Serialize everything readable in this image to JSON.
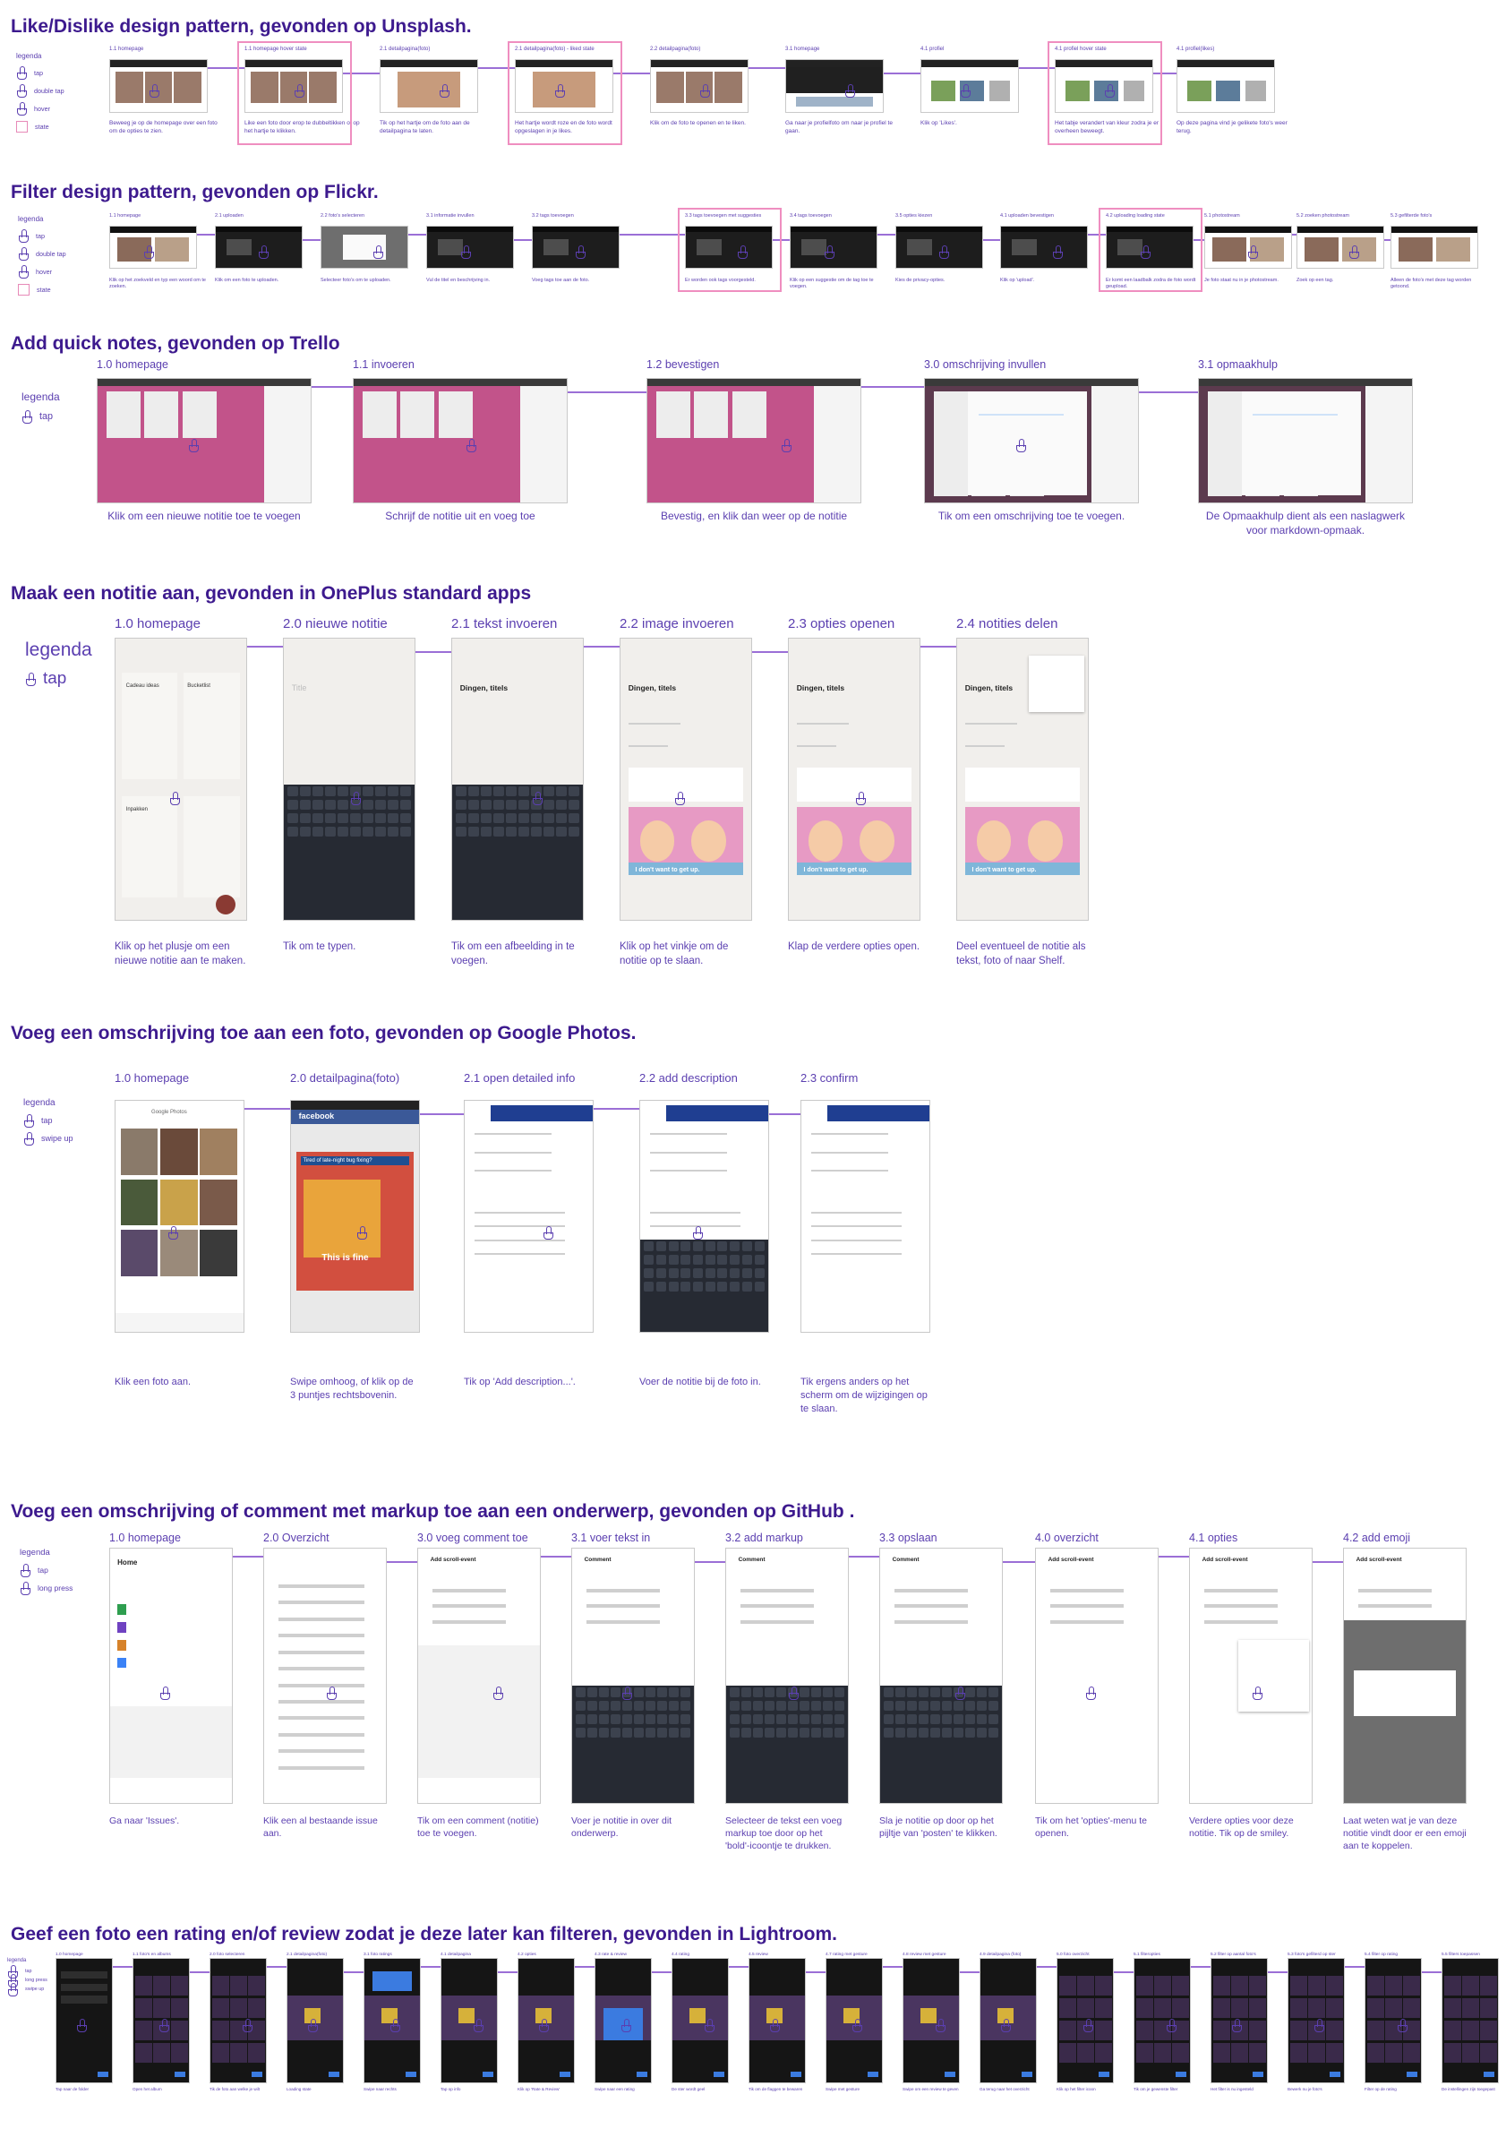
{
  "sections": [
    {
      "title": "Like/Dislike design pattern, gevonden op Unsplash.",
      "legend": {
        "title": "legenda",
        "items": [
          "tap",
          "double tap",
          "hover",
          "state"
        ]
      },
      "steps": [
        {
          "label": "1.1 homepage",
          "caption": "Beweeg je op de homepage over een foto om de opties te zien."
        },
        {
          "label": "1.1 homepage hover state",
          "caption": "Like een foto door erop te dubbeltikken of op het hartje te klikken."
        },
        {
          "label": "2.1 detailpagina(foto)",
          "caption": "Tik op het hartje om de foto aan de detailpagina te laten."
        },
        {
          "label": "2.1 detailpagina(foto) - liked state",
          "caption": "Het hartje wordt roze en de foto wordt opgeslagen in je likes."
        },
        {
          "label": "2.2 detailpagina(foto)",
          "caption": "Klik om de foto te openen en te liken."
        },
        {
          "label": "3.1 homepage",
          "caption": "Ga naar je profielfoto om naar je profiel te gaan."
        },
        {
          "label": "4.1 profiel",
          "caption": "Klik op 'Likes'."
        },
        {
          "label": "4.1 profiel hover state",
          "caption": "Het tabje verandert van kleur zodra je er overheen beweegt."
        },
        {
          "label": "4.1 profiel(likes)",
          "caption": "Op deze pagina vind je gelikete foto's weer terug."
        }
      ]
    },
    {
      "title": "Filter design pattern, gevonden op Flickr.",
      "legend": {
        "title": "legenda",
        "items": [
          "tap",
          "double tap",
          "hover",
          "state"
        ]
      },
      "steps": [
        {
          "label": "1.1 homepage",
          "caption": "Klik op het zoekveld en typ een woord om te zoeken."
        },
        {
          "label": "2.1 uploaden",
          "caption": "Klik om een foto te uploaden."
        },
        {
          "label": "2.2 foto's selecteren",
          "caption": "Selecteer foto's om te uploaden."
        },
        {
          "label": "3.1 informatie invullen",
          "caption": "Vul de titel en beschrijving in."
        },
        {
          "label": "3.2 tags toevoegen",
          "caption": "Voeg tags toe aan de foto."
        },
        {
          "label": "3.3 tags toevoegen met suggesties",
          "caption": "Er worden ook tags voorgesteld."
        },
        {
          "label": "3.4 tags toevoegen",
          "caption": "Klik op een suggestie om de tag toe te voegen."
        },
        {
          "label": "3.5 opties kiezen",
          "caption": "Kies de privacy-opties."
        },
        {
          "label": "4.1 uploaden bevestigen",
          "caption": "Klik op 'upload'."
        },
        {
          "label": "4.2 uploading loading state",
          "caption": "Er komt een laadbalk zodra de foto wordt geupload."
        },
        {
          "label": "5.1 photostream",
          "caption": "Je foto staat nu in je photostream."
        },
        {
          "label": "5.2 zoeken photostream",
          "caption": "Zoek op een tag."
        },
        {
          "label": "5.3 gefilterde foto's",
          "caption": "Alleen de foto's met deze tag worden getoond."
        }
      ]
    },
    {
      "title": "Add quick notes, gevonden op Trello",
      "legend": {
        "title": "legenda",
        "items": [
          "tap"
        ]
      },
      "steps": [
        {
          "label": "1.0 homepage",
          "caption": "Klik om een nieuwe notitie toe te voegen"
        },
        {
          "label": "1.1 invoeren",
          "caption": "Schrijf de notitie uit en voeg toe"
        },
        {
          "label": "1.2 bevestigen",
          "caption": "Bevestig, en klik dan weer op de notitie"
        },
        {
          "label": "3.0 omschrijving invullen",
          "caption": "Tik om een omschrijving toe te voegen."
        },
        {
          "label": "3.1 opmaakhulp",
          "caption": "De Opmaakhulp dient als een naslagwerk voor markdown-opmaak."
        }
      ]
    },
    {
      "title": "Maak een notitie aan, gevonden in OnePlus standard apps",
      "legend": {
        "title": "legenda",
        "items": [
          "tap"
        ]
      },
      "steps": [
        {
          "label": "1.0 homepage",
          "caption": "Klik op het plusje om een nieuwe notitie aan te maken."
        },
        {
          "label": "2.0 nieuwe notitie",
          "caption": "Tik om te typen."
        },
        {
          "label": "2.1 tekst invoeren",
          "caption": "Tik om een afbeelding in te voegen."
        },
        {
          "label": "2.2 image invoeren",
          "caption": "Klik op het vinkje om de notitie op te slaan."
        },
        {
          "label": "2.3 opties openen",
          "caption": "Klap de verdere opties open."
        },
        {
          "label": "2.4 notities delen",
          "caption": "Deel eventueel de notitie als tekst, foto of naar Shelf."
        }
      ],
      "screen_text": {
        "note_title": "Dingen, titels",
        "title_placeholder": "Title",
        "meme_caption": "I don't want to get up.",
        "card_1": "Cadeau ideas",
        "card_2": "Bucketlist",
        "card_3": "Inpakken"
      }
    },
    {
      "title": "Voeg een omschrijving toe aan een foto, gevonden op Google Photos.",
      "legend": {
        "title": "legenda",
        "items": [
          "tap",
          "swipe up"
        ]
      },
      "steps": [
        {
          "label": "1.0 homepage",
          "caption": "Klik een foto aan."
        },
        {
          "label": "2.0 detailpagina(foto)",
          "caption": "Swipe omhoog, of klik op de 3 puntjes rechtsbovenin."
        },
        {
          "label": "2.1 open detailed info",
          "caption": "Tik op 'Add description...'."
        },
        {
          "label": "2.2 add description",
          "caption": "Voer de notitie bij de foto in."
        },
        {
          "label": "2.3 confirm",
          "caption": "Tik ergens anders op het scherm om de wijzigingen op te slaan."
        }
      ],
      "screen_text": {
        "app_name": "Google Photos",
        "fb": "facebook",
        "meme_text": "This is fine",
        "banner": "Tired of late-night bug fixing?"
      }
    },
    {
      "title": "Voeg een omschrijving of comment met markup toe aan een onderwerp, gevonden op GitHub .",
      "legend": {
        "title": "legenda",
        "items": [
          "tap",
          "long press"
        ]
      },
      "steps": [
        {
          "label": "1.0 homepage",
          "caption": "Ga naar 'Issues'."
        },
        {
          "label": "2.0 Overzicht",
          "caption": "Klik een al bestaande issue aan."
        },
        {
          "label": "3.0 voeg comment toe",
          "caption": "Tik om een comment (notitie) toe te voegen."
        },
        {
          "label": "3.1 voer tekst in",
          "caption": "Voer je notitie in over dit onderwerp."
        },
        {
          "label": "3.2 add markup",
          "caption": "Selecteer de tekst een voeg markup toe door op het 'bold'-icoontje te drukken."
        },
        {
          "label": "3.3 opslaan",
          "caption": "Sla je notitie op door op het pijltje van 'posten' te klikken."
        },
        {
          "label": "4.0 overzicht",
          "caption": "Tik om het 'opties'-menu te openen."
        },
        {
          "label": "4.1 opties",
          "caption": "Verdere opties voor deze notitie. Tik op de smiley."
        },
        {
          "label": "4.2 add emoji",
          "caption": "Laat weten wat je van deze notitie vindt door er een emoji aan te koppelen."
        }
      ],
      "screen_text": {
        "home": "Home",
        "comment": "Comment",
        "add_event": "Add scroll-event"
      }
    },
    {
      "title": "Geef een foto een rating en/of review zodat je deze later kan filteren, gevonden in Lightroom.",
      "legend": {
        "title": "legenda",
        "items": [
          "tap",
          "long press",
          "swipe up"
        ]
      },
      "steps": [
        {
          "label": "1.0 homepage",
          "caption": "Tap naar de folder"
        },
        {
          "label": "1.1 foto's en albums",
          "caption": "Open het album"
        },
        {
          "label": "2.0 foto selecteren",
          "caption": "Tik de foto aan welke je wilt"
        },
        {
          "label": "2.1 detailpagina(foto)",
          "caption": "Loading state"
        },
        {
          "label": "3.1 foto ratings",
          "caption": "Swipe naar rechts"
        },
        {
          "label": "4.1 detailpagina",
          "caption": "Tap op info"
        },
        {
          "label": "4.2 opties",
          "caption": "Klik op 'Rate & Review'"
        },
        {
          "label": "4.3 rate & review",
          "caption": "Swipe naar een rating"
        },
        {
          "label": "4.4 rating",
          "caption": "De ster wordt geel"
        },
        {
          "label": "4.5 review",
          "caption": "Tik om de flaggen te bewaren"
        },
        {
          "label": "4.7 rating met gesture",
          "caption": "Swipe met gesture"
        },
        {
          "label": "4.8 review met gesture",
          "caption": "Swipe om een review te geven"
        },
        {
          "label": "4.9 detailpagina (foto)",
          "caption": "Ga terug naar het overzicht"
        },
        {
          "label": "5.0 foto overzicht",
          "caption": "Klik op het filter icoon"
        },
        {
          "label": "5.1 filteropties",
          "caption": "Tik om je gewenste filter"
        },
        {
          "label": "5.2 filter op aantal foto's",
          "caption": "Het filter is nu ingesteld"
        },
        {
          "label": "5.3 foto's gefilterd op ster",
          "caption": "Bewerk nu je foto's"
        },
        {
          "label": "5.4 filter op rating",
          "caption": "Filter op de rating"
        },
        {
          "label": "5.5 filters toepassen",
          "caption": "De instellingen zijn toegepast"
        }
      ]
    }
  ],
  "colors": {
    "title": "#3d1a8e",
    "text": "#5b3fb0",
    "flow": "#9b6fd6",
    "highlight": "#ef8ec0"
  }
}
